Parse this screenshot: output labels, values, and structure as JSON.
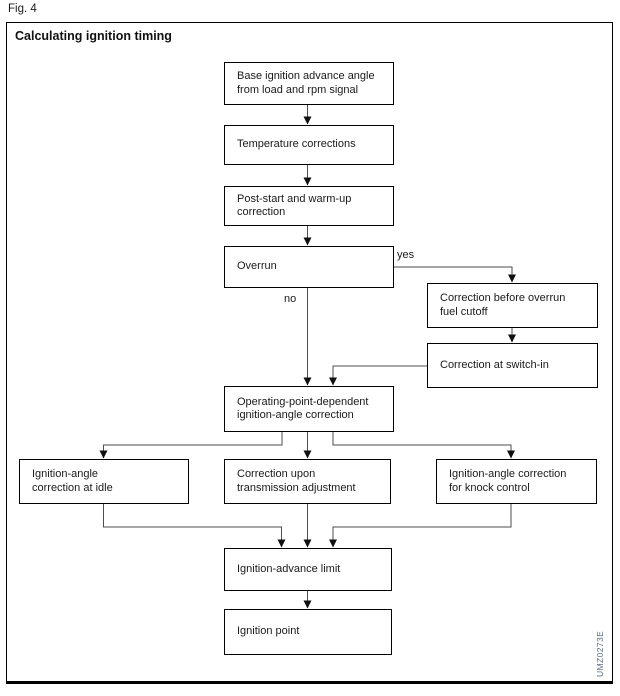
{
  "figure": {
    "label": "Fig. 4",
    "title": "Calculating ignition timing",
    "watermark": "UMZ0273E"
  },
  "flowchart": {
    "type": "flowchart",
    "nodes": [
      {
        "id": "base",
        "label": "Base ignition advance angle\nfrom load and rpm signal"
      },
      {
        "id": "temperature",
        "label": "Temperature corrections"
      },
      {
        "id": "post_start",
        "label": "Post-start and warm-up\ncorrection"
      },
      {
        "id": "overrun",
        "label": "Overrun"
      },
      {
        "id": "before_cutoff",
        "label": "Correction before overrun\nfuel cutoff"
      },
      {
        "id": "switch_in",
        "label": "Correction at switch-in"
      },
      {
        "id": "operating_point",
        "label": "Operating-point-dependent\nignition-angle correction"
      },
      {
        "id": "idle",
        "label": "Ignition-angle\ncorrection at idle"
      },
      {
        "id": "transmission",
        "label": "Correction upon\ntransmission adjustment"
      },
      {
        "id": "knock",
        "label": "Ignition-angle correction\nfor knock control"
      },
      {
        "id": "advance_limit",
        "label": "Ignition-advance limit"
      },
      {
        "id": "ignition_point",
        "label": "Ignition point"
      }
    ],
    "edges": [
      {
        "from": "base",
        "to": "temperature"
      },
      {
        "from": "temperature",
        "to": "post_start"
      },
      {
        "from": "post_start",
        "to": "overrun"
      },
      {
        "from": "overrun",
        "to": "before_cutoff",
        "label": "yes"
      },
      {
        "from": "before_cutoff",
        "to": "switch_in"
      },
      {
        "from": "switch_in",
        "to": "operating_point"
      },
      {
        "from": "overrun",
        "to": "operating_point",
        "label": "no"
      },
      {
        "from": "operating_point",
        "to": "idle"
      },
      {
        "from": "operating_point",
        "to": "transmission"
      },
      {
        "from": "operating_point",
        "to": "knock"
      },
      {
        "from": "idle",
        "to": "advance_limit"
      },
      {
        "from": "transmission",
        "to": "advance_limit"
      },
      {
        "from": "knock",
        "to": "advance_limit"
      },
      {
        "from": "advance_limit",
        "to": "ignition_point"
      }
    ]
  },
  "colors": {
    "background": "#ffffff",
    "box_border": "#000000",
    "connector": "#4d4d4d",
    "arrowhead": "#111111",
    "text": "#1a1a1a",
    "watermark": "#5d6d7d"
  }
}
